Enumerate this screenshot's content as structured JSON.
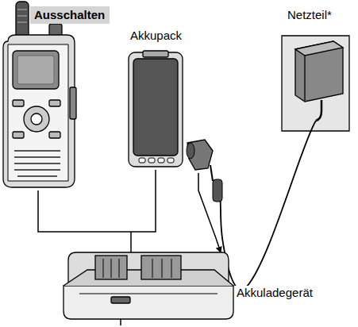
{
  "diagram": {
    "nodes": [
      {
        "text": [
          "Ausschalten"
        ]
      }
    ],
    "labels": [
      "Akkupack",
      "Netzteil*",
      "Akkuladegerät"
    ]
  }
}
